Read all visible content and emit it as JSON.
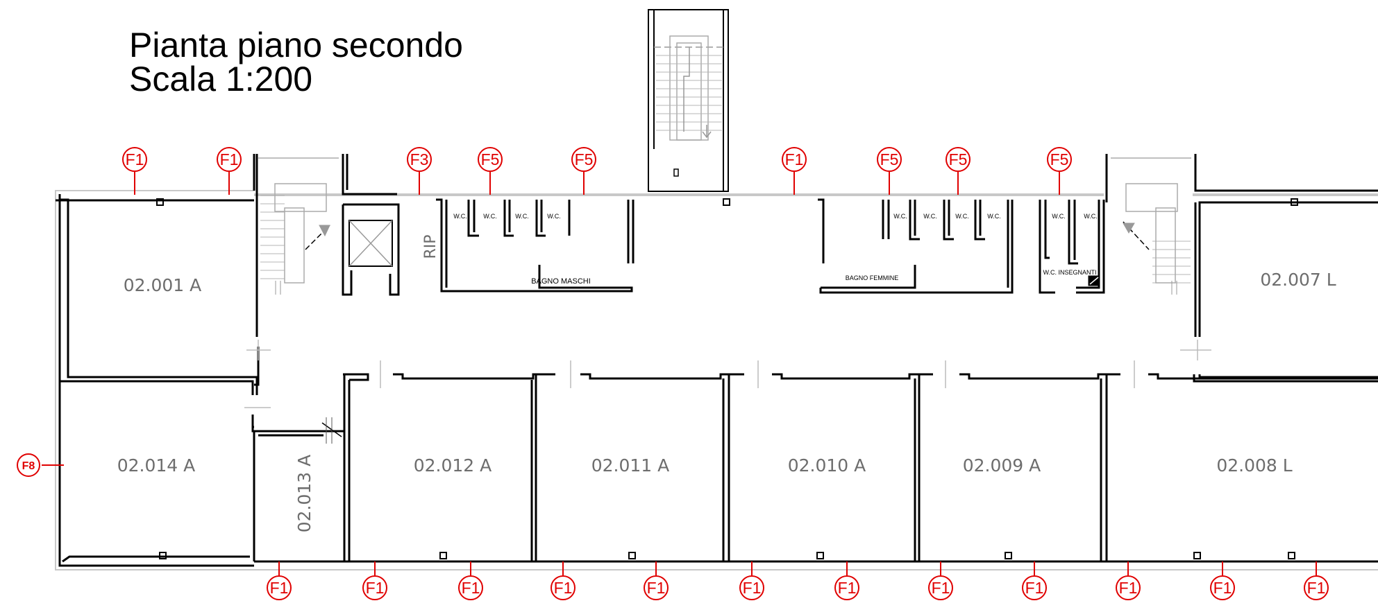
{
  "title": {
    "line1": "Pianta piano secondo",
    "line2": "Scala 1:200"
  },
  "rooms": [
    {
      "id": "02.001 A"
    },
    {
      "id": "02.007 L"
    },
    {
      "id": "02.014 A"
    },
    {
      "id": "02.013 A"
    },
    {
      "id": "02.012 A"
    },
    {
      "id": "02.011 A"
    },
    {
      "id": "02.010 A"
    },
    {
      "id": "02.009 A"
    },
    {
      "id": "02.008 L"
    }
  ],
  "labels": {
    "rip": "RIP",
    "bagno_maschi": "BAGNO MASCHI",
    "bagno_femmine": "BAGNO FEMMINE",
    "wc": "W.C.",
    "wc_insegnanti": "W.C. INSEGNANTI"
  },
  "window_markers": {
    "top": [
      "F1",
      "F1",
      "F3",
      "F5",
      "F5",
      "F1",
      "F5",
      "F5",
      "F5"
    ],
    "bottom": [
      "F1",
      "F1",
      "F1",
      "F1",
      "F1",
      "F1",
      "F1",
      "F1",
      "F1",
      "F1",
      "F1",
      "F1"
    ],
    "left": [
      "F8"
    ]
  },
  "colors": {
    "walls": "#000000",
    "marker": "#e00000",
    "room_text": "#6d6d6d",
    "stairs": "#a8a8a8"
  }
}
